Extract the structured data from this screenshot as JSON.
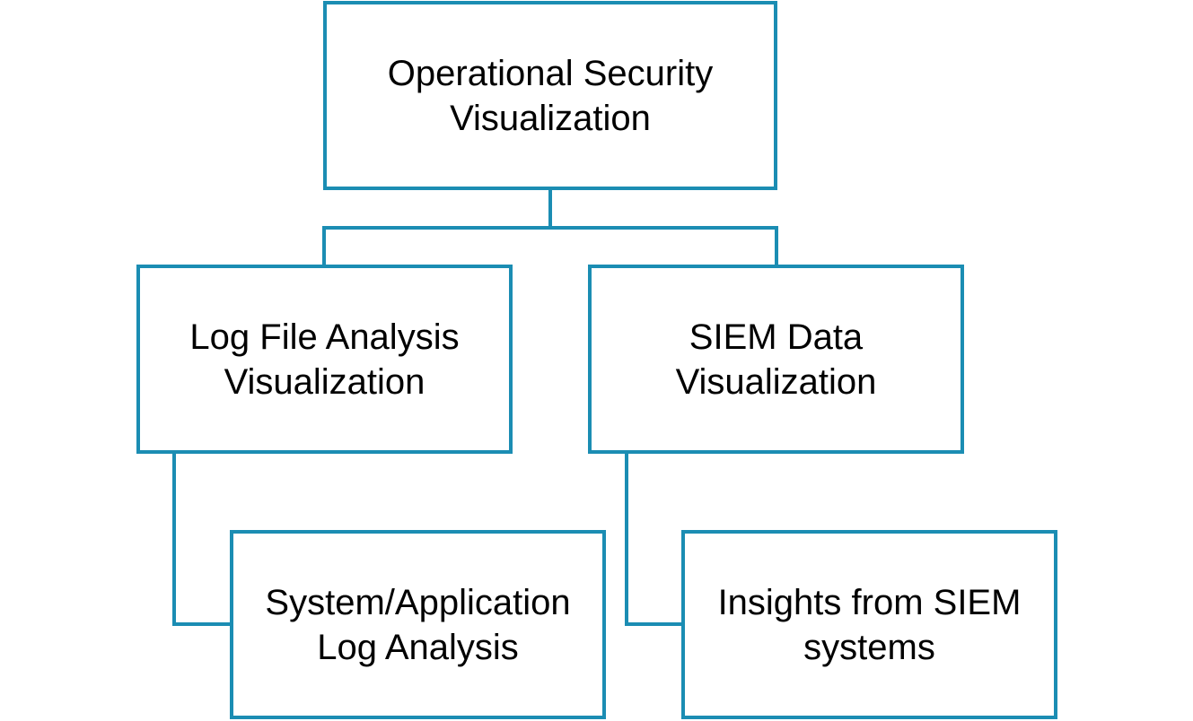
{
  "diagram": {
    "line_color": "#1b8db3",
    "nodes": {
      "root": {
        "label": "Operational Security\nVisualization"
      },
      "log_file": {
        "label": "Log File Analysis\nVisualization"
      },
      "siem_data": {
        "label": "SIEM Data\nVisualization"
      },
      "sys_app": {
        "label": "System/Application\nLog Analysis"
      },
      "insights": {
        "label": "Insights from SIEM\nsystems"
      }
    }
  }
}
